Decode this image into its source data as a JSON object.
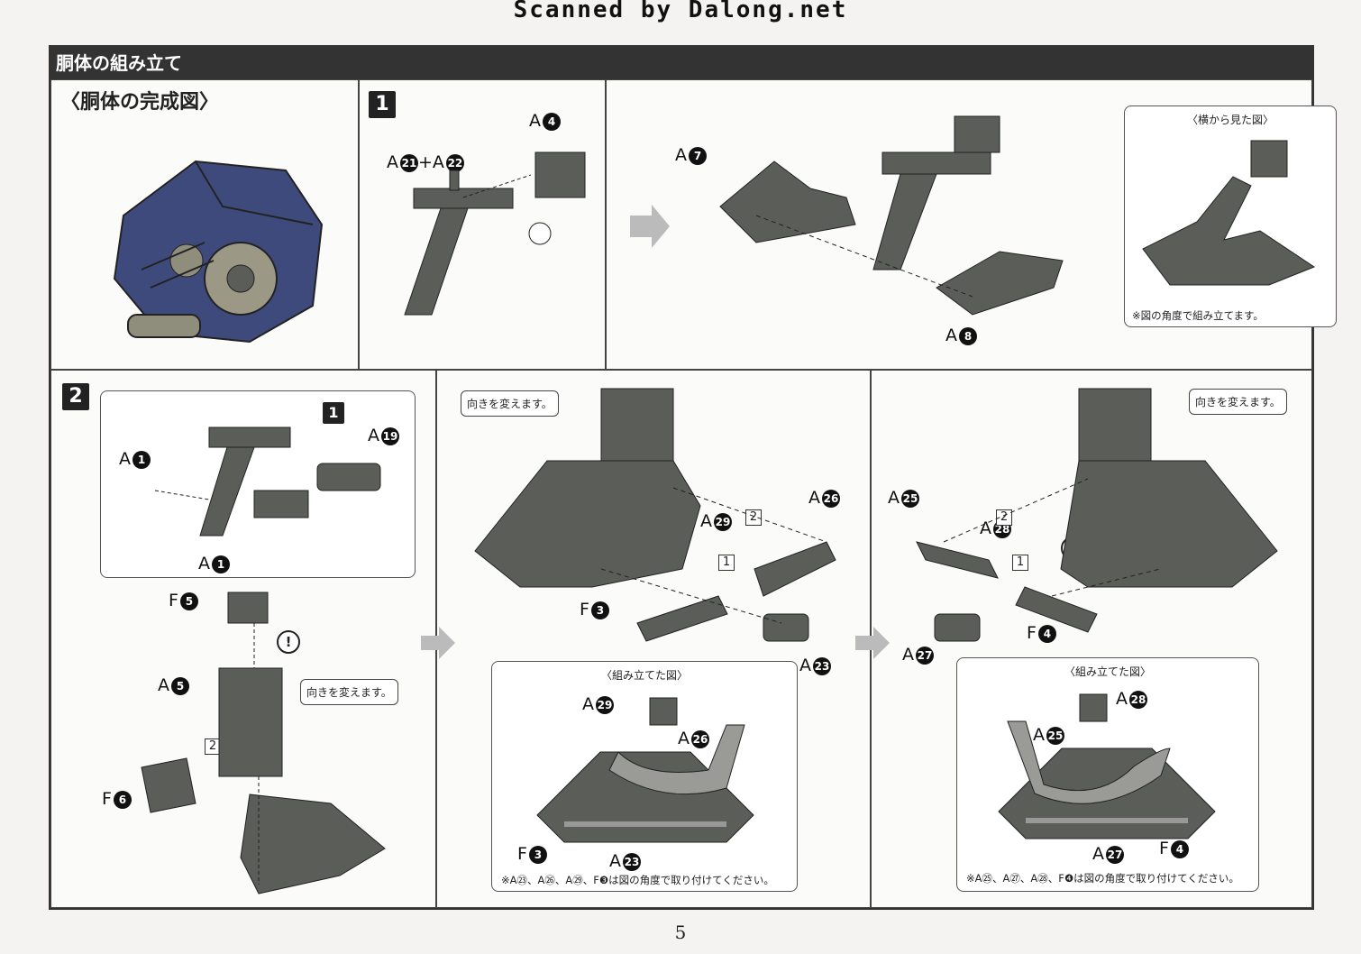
{
  "watermark": "Scanned by Dalong.net",
  "section_title": "胴体の組み立て",
  "completed_title": "〈胴体の完成図〉",
  "step1": {
    "number": "1",
    "labels": {
      "a21_22": "A",
      "a21": "21",
      "plus_a": "+A",
      "a22": "22",
      "a4": "4",
      "a7": "7",
      "a8": "8",
      "a_prefix": "A"
    },
    "side_view_title": "〈横から見た図〉",
    "side_view_note": "※図の角度で組み立てます。"
  },
  "step2": {
    "number": "2",
    "inset_step_ref": "1",
    "labels": {
      "a1_top": "1",
      "a1_bottom": "1",
      "a19": "19",
      "f5": "5",
      "a5": "5",
      "f6": "6",
      "a29": "29",
      "a26": "26",
      "f3": "3",
      "a23": "23",
      "a25": "25",
      "a28": "28",
      "a27": "27",
      "f4": "4",
      "a_prefix": "A",
      "f_prefix": "F"
    },
    "callout_turn": "向きを変えます。",
    "order_1": "1",
    "order_2": "2",
    "warning": "!",
    "assembled_title": "〈組み立てた図〉",
    "assembled_labels_left": {
      "a29": "29",
      "a26": "26",
      "f3": "3",
      "a23": "23"
    },
    "assembled_labels_right": {
      "a28": "28",
      "a25": "25",
      "a27": "27",
      "f4": "4"
    },
    "note_left": "※A㉓、A㉖、A㉙、F❸は図の角度で取り付けてください。",
    "note_right": "※A㉕、A㉗、A㉘、F❹は図の角度で取り付けてください。"
  },
  "page_number": "5",
  "colors": {
    "part_gray": "#5a5d58",
    "part_blue": "#3e4a7c",
    "frame": "#333333"
  }
}
